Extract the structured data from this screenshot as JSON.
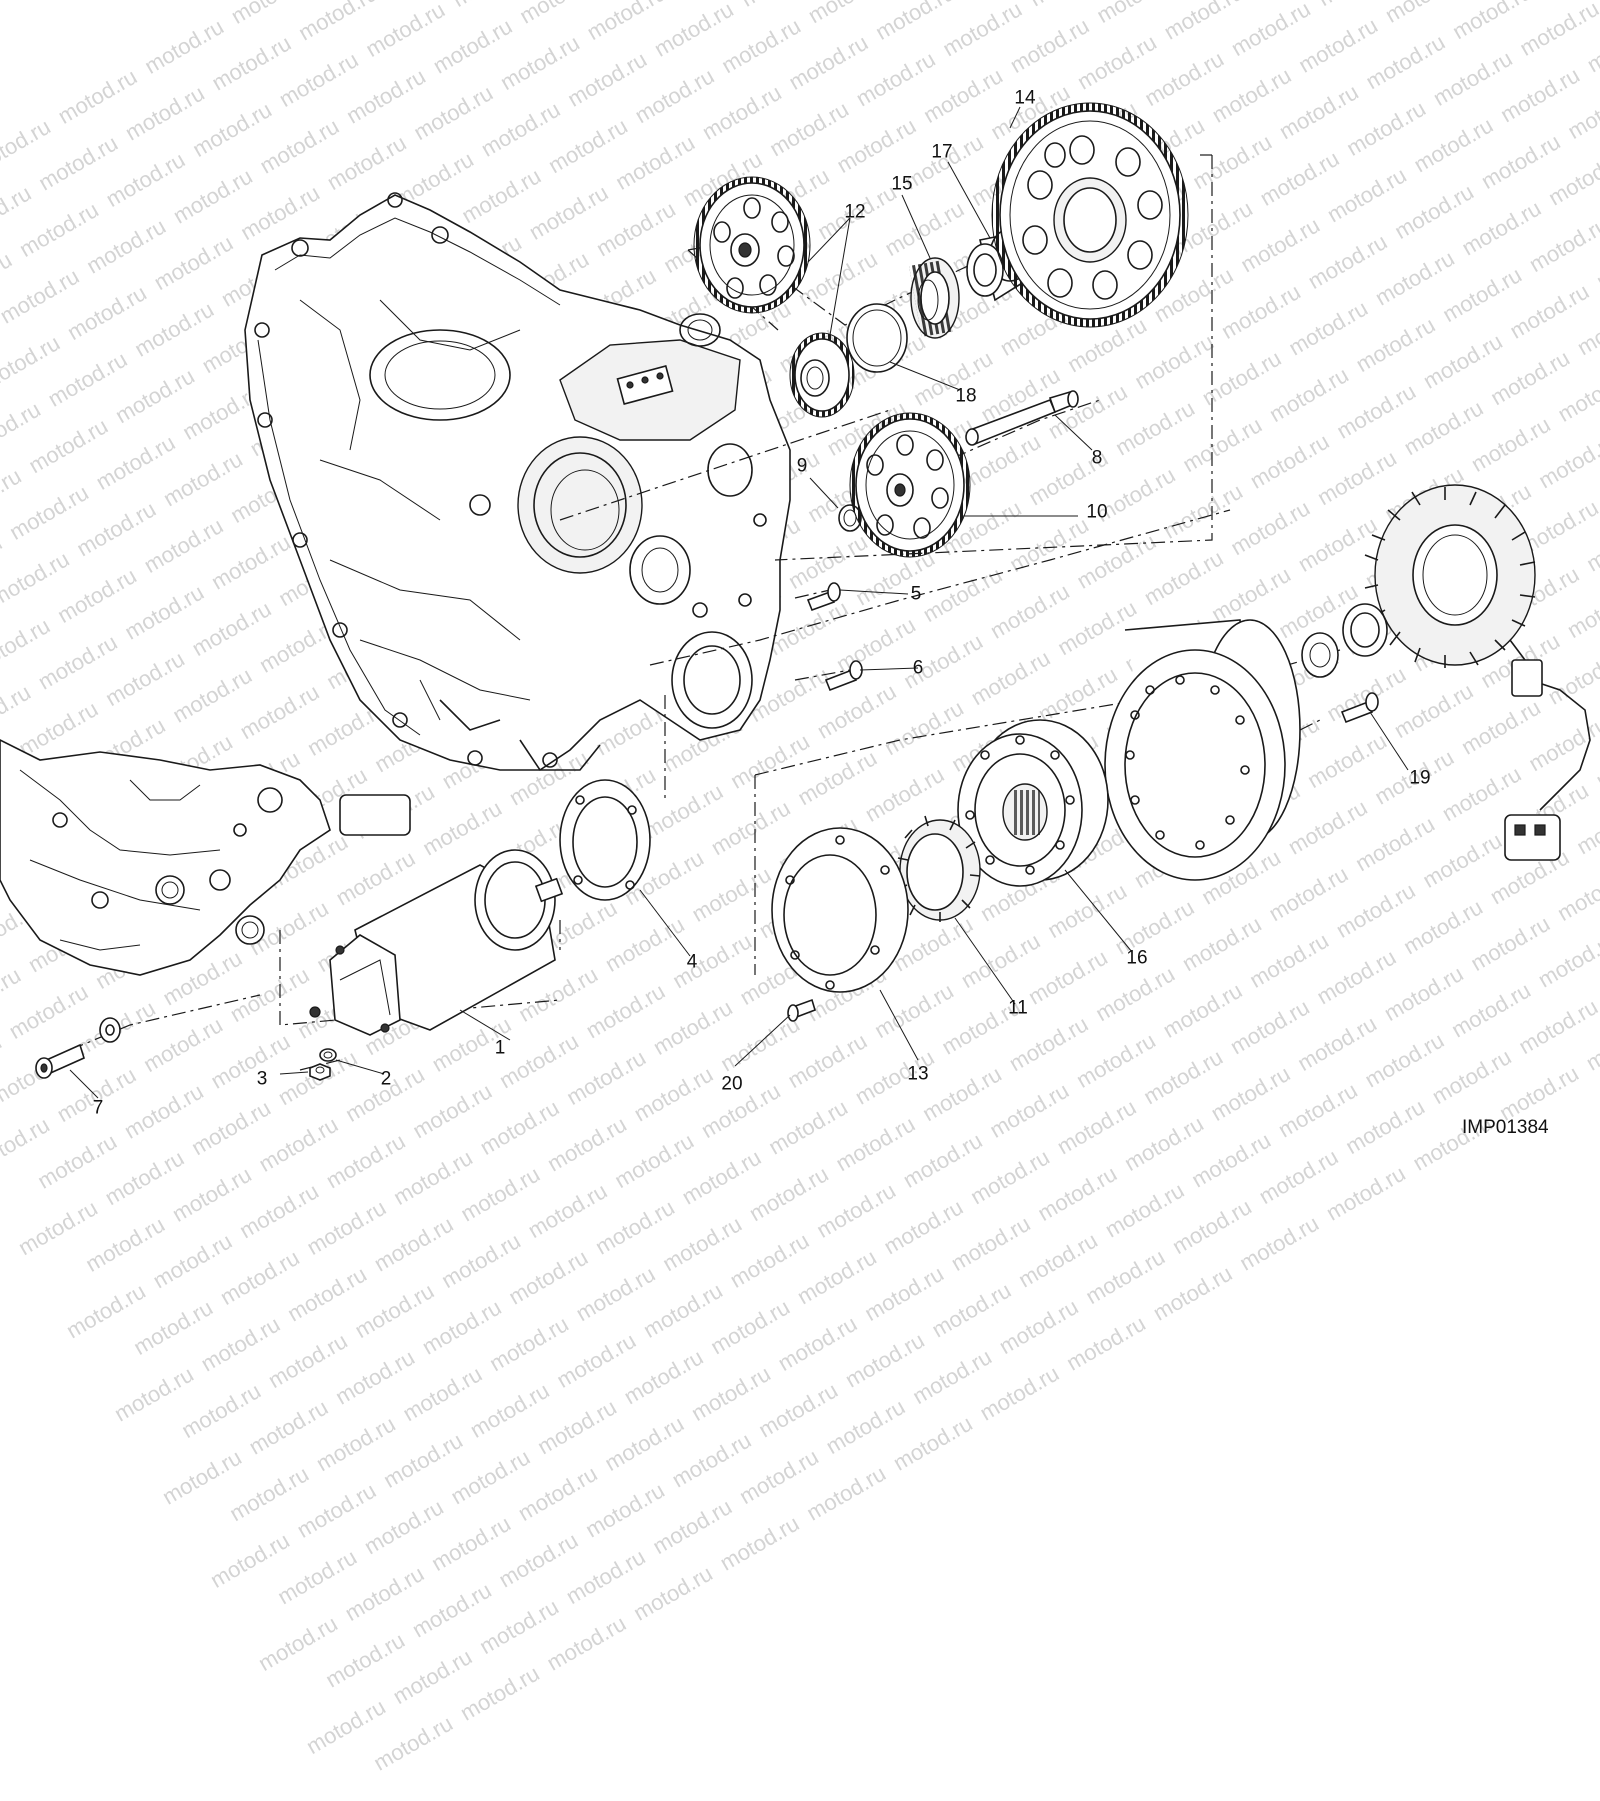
{
  "watermark": {
    "text": "motod.ru"
  },
  "reference_code": "IMP01384",
  "callouts": [
    {
      "id": "1",
      "text": "1"
    },
    {
      "id": "2",
      "text": "2"
    },
    {
      "id": "3",
      "text": "3"
    },
    {
      "id": "4",
      "text": "4"
    },
    {
      "id": "5",
      "text": "5"
    },
    {
      "id": "6",
      "text": "6"
    },
    {
      "id": "7",
      "text": "7"
    },
    {
      "id": "8",
      "text": "8"
    },
    {
      "id": "9",
      "text": "9"
    },
    {
      "id": "10",
      "text": "10"
    },
    {
      "id": "11",
      "text": "11"
    },
    {
      "id": "12",
      "text": "12"
    },
    {
      "id": "13",
      "text": "13"
    },
    {
      "id": "14",
      "text": "14"
    },
    {
      "id": "15",
      "text": "15"
    },
    {
      "id": "16",
      "text": "16"
    },
    {
      "id": "17",
      "text": "17"
    },
    {
      "id": "18",
      "text": "18"
    },
    {
      "id": "19",
      "text": "19"
    },
    {
      "id": "20",
      "text": "20"
    }
  ]
}
